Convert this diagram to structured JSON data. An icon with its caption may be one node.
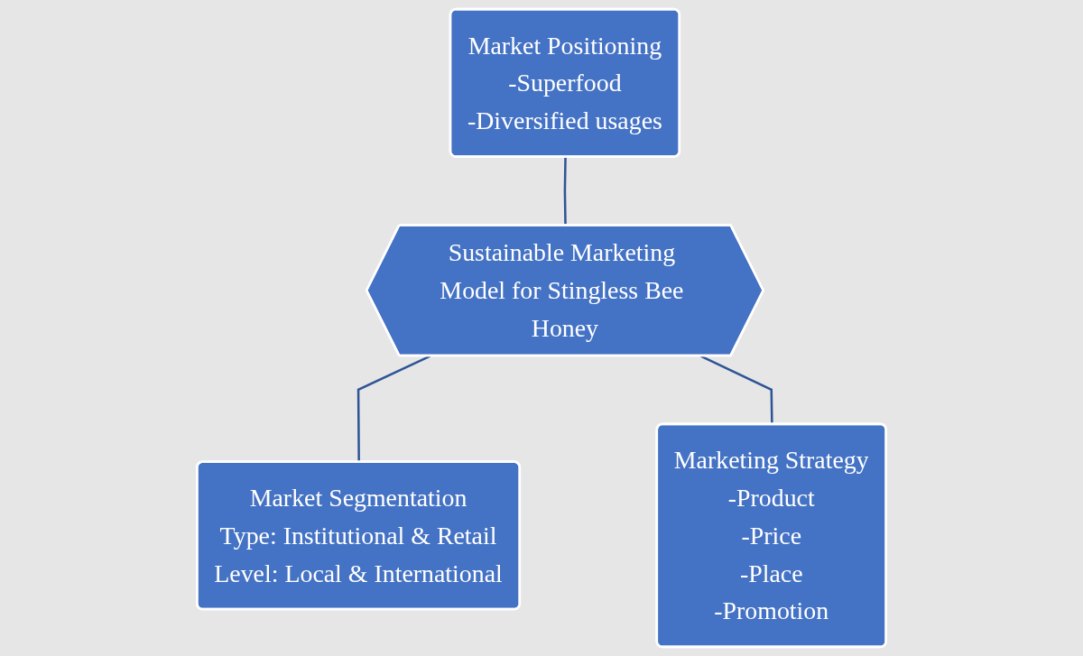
{
  "diagram": {
    "nodes": [
      {
        "text": [
          "Market Positioning",
          "-Superfood",
          "-Diversified usages"
        ]
      },
      {
        "text": [
          "Sustainable Marketing Model for Stingless Bee Honey"
        ]
      },
      {
        "text": [
          "Market Segmentation",
          "Type: Institutional & Retail",
          "Level: Local & International"
        ]
      },
      {
        "text": [
          "Marketing Strategy",
          "-Product",
          "-Price",
          "-Place",
          "-Promotion"
        ]
      }
    ],
    "edges": [
      {
        "from": 0,
        "to": 1,
        "arrow": "none"
      },
      {
        "from": 1,
        "to": 2,
        "arrow": "none"
      },
      {
        "from": 1,
        "to": 3,
        "arrow": "none"
      }
    ]
  }
}
